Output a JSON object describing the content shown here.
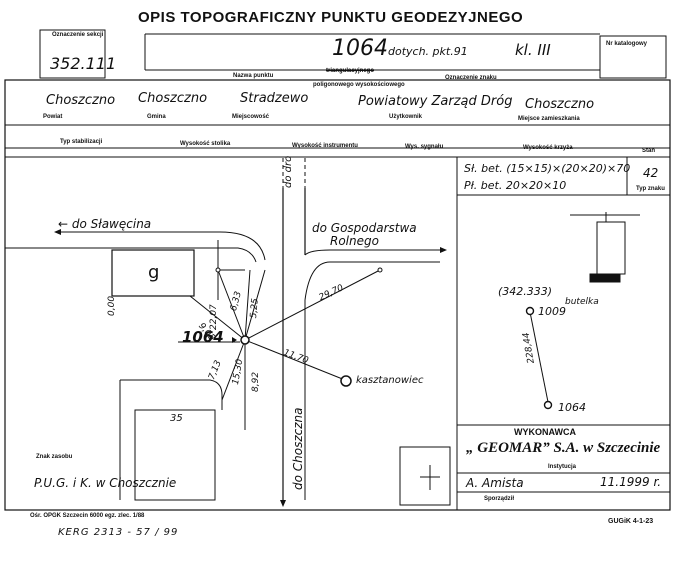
{
  "title": "OPIS TOPOGRAFICZNY PUNKTU GEODEZYJNEGO",
  "header": {
    "station_label": "Oznaczenie sekcji",
    "station_value": "352.111",
    "point_number": "1064",
    "point_note": "dotych. pkt.91",
    "class": "kl. III",
    "catalog_label": "Nr katalogowy",
    "point_name_label": "Nazwa punktu",
    "network_label_1": "triangulacyjnego",
    "network_label_2": "poligonowego wysokościowego",
    "mark_label": "Oznaczenie znaku"
  },
  "admin": {
    "powiat_label": "Powiat",
    "powiat": "Choszczno",
    "gmina_label": "Gmina",
    "gmina": "Choszczno",
    "miejscowosc_label": "Miejscowość",
    "miejscowosc": "Stradzewo",
    "uzytkownik_label": "Użytkownik",
    "uzytkownik": "Powiatowy Zarząd Dróg",
    "zamieszkanie_label": "Miejsce zamieszkania",
    "zamieszkanie": "Choszczno"
  },
  "labels_row": {
    "typ": "Typ stabilizacji",
    "wys_stolika": "Wysokość stolika",
    "wys_instrumentu": "Wysokość instrumentu",
    "wys_sygnalu": "Wys. sygnału",
    "wys_krzyza": "Wysokość krzyża",
    "stan": "Stan"
  },
  "stabilization": {
    "line1": "Sł. bet. (15×15)×(20×20)×70",
    "line2": "Pł. bet. 20×20×10",
    "code": "42",
    "code_label": "Typ znaku"
  },
  "sketch": {
    "dir_slawecina": "←  do  Sławęcina",
    "dir_gospodarstwa_1": "do Gospodarstwa",
    "dir_gospodarstwa_2": "Rolnego",
    "dir_choszczna": "do  Choszczna",
    "building_g": "g",
    "building_35": "35",
    "point": "1064",
    "top_road": "do dro",
    "kasztanowiec": "kasztanowiec",
    "m1": "0,00",
    "m2": "22,07",
    "m3": "9,05",
    "m4": "6,33",
    "m5": "5,25",
    "m6": "29,70",
    "m7": "11,70",
    "m8": "7,13",
    "m9": "15,30",
    "m10": "8,92"
  },
  "right_sketch": {
    "coord": "(342.333)",
    "p1009": "1009",
    "butelka": "butelka",
    "dist": "228,44",
    "p1064": "1064"
  },
  "footer": {
    "zasob_label": "Znak zasobu",
    "zasob": "P.U.G. i K. w Choszcznie",
    "wykonawca_label": "WYKONAWCA",
    "firma": "„ GEOMAR” S.A. w Szczecinie",
    "instytucja_label": "Instytucja",
    "sporzadzil": "A. Amista",
    "sporzadzil_label": "Sporządził",
    "data": "11.1999 r.",
    "print_note": "Ośr. OPGK Szczecin 6000 egz. zlec. 1/88",
    "kerg": "KERG  2313 - 57 / 99",
    "form_code": "GUGiK 4-1-23"
  }
}
